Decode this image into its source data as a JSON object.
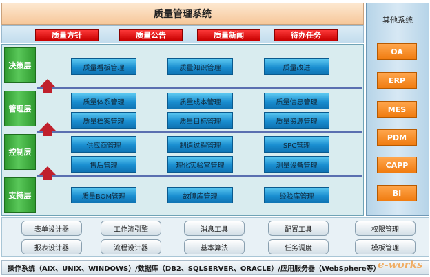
{
  "title": "质量管理系统",
  "nav": [
    "质量方针",
    "质量公告",
    "质量新闻",
    "待办任务"
  ],
  "layers": [
    "决策层",
    "管理层",
    "控制层",
    "支持层"
  ],
  "modules": {
    "decision": [
      "质量看板管理",
      "质量知识管理",
      "质量改进"
    ],
    "management": [
      "质量体系管理",
      "质量成本管理",
      "质量信息管理",
      "质量档案管理",
      "质量目标管理",
      "质量资源管理"
    ],
    "control": [
      "供应商管理",
      "制造过程管理",
      "SPC管理",
      "售后管理",
      "理化实验室管理",
      "测量设备管理"
    ],
    "support": [
      "质量BOM管理",
      "故障库管理",
      "经验库管理"
    ]
  },
  "sidebar": {
    "title": "其他系统",
    "items": [
      "OA",
      "ERP",
      "MES",
      "PDM",
      "CAPP",
      "BI"
    ]
  },
  "tools": [
    "表单设计器",
    "工作流引擎",
    "消息工具",
    "配置工具",
    "权限管理",
    "报表设计器",
    "流程设计器",
    "基本算法",
    "任务调度",
    "模板管理"
  ],
  "footer": "操作系统（AIX、UNIX、WINDOWS）/数据库（DB2、SQLSERVER、ORACLE）/应用服务器（WebSphere等）",
  "watermark": "e-works",
  "colors": {
    "nav_button": "#d40000",
    "layer_label": "#3aa83a",
    "module_button": "#1a8ed0",
    "sidebar_button": "#f5891f",
    "arrow": "#c0202c",
    "separator": "#5a6fb0"
  }
}
